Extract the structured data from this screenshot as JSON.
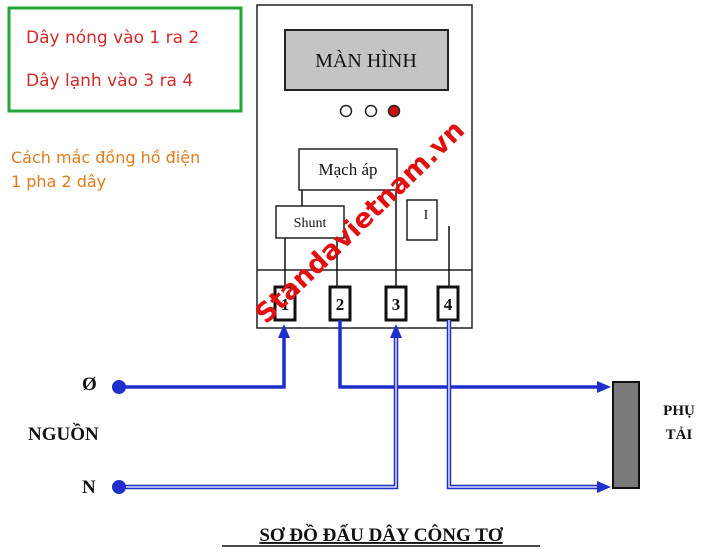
{
  "note_box": {
    "line1": "Dây nóng vào 1 ra 2",
    "line2": "Dây lạnh vào 3 ra 4",
    "border_color": "#22a63a",
    "text_color": "#d42a2a"
  },
  "caption": {
    "line1": "Cách mắc đồng hồ điện",
    "line2": "1 pha 2 dây",
    "color": "#e07b1a"
  },
  "meter": {
    "screen_label": "MÀN HÌNH",
    "indicator_lights": [
      "off",
      "off",
      "red"
    ],
    "voltage_circuit_label": "Mạch áp",
    "shunt_label": "Shunt",
    "ct_label": "I",
    "terminals": [
      "1",
      "2",
      "3",
      "4"
    ]
  },
  "source": {
    "live_label": "Ø",
    "title": "NGUỒN",
    "neutral_label": "N"
  },
  "load": {
    "line1": "PHỤ",
    "line2": "TẢI"
  },
  "watermark": "Standavietnam.vn",
  "title": "SƠ ĐỒ ĐẤU DÂY CÔNG TƠ",
  "colors": {
    "wire": "#1f2fcc",
    "watermark": "#e01010",
    "screen_fill": "#c4c4c4",
    "load_fill": "#7a7a7a"
  }
}
